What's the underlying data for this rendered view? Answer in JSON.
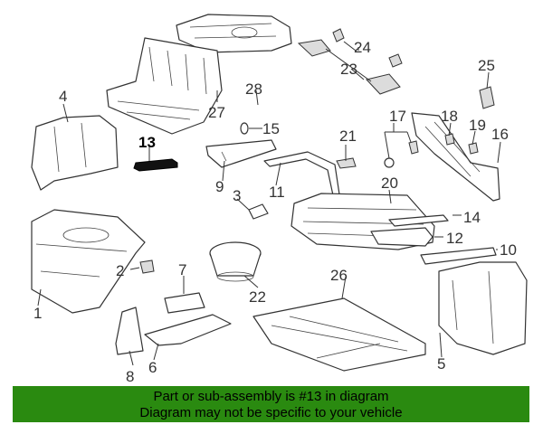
{
  "callouts": [
    "1",
    "2",
    "3",
    "4",
    "5",
    "6",
    "7",
    "8",
    "9",
    "10",
    "11",
    "12",
    "13",
    "14",
    "15",
    "16",
    "17",
    "18",
    "19",
    "20",
    "21",
    "22",
    "23",
    "24",
    "25",
    "26",
    "27",
    "28"
  ],
  "highlighted_part": "13",
  "banner": {
    "line1": "Part or sub-assembly is #13 in diagram",
    "line2": "Diagram may not be specific to your vehicle",
    "color": "#2a8a10"
  }
}
